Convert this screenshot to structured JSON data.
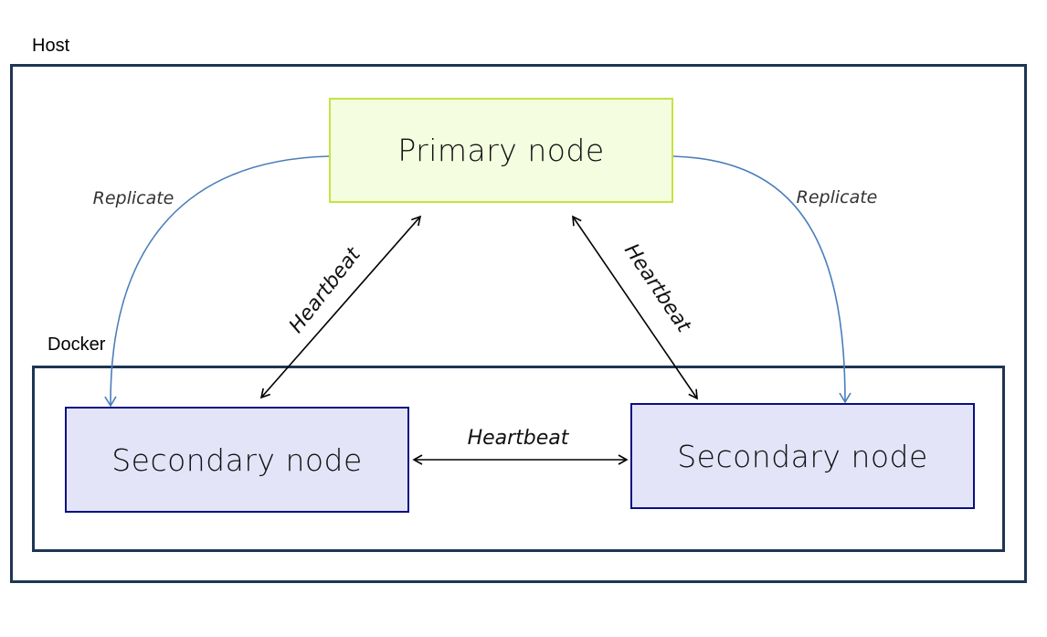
{
  "containers": {
    "host": {
      "label": "Host",
      "border_color": "#1f3553"
    },
    "docker": {
      "label": "Docker",
      "border_color": "#1f3553"
    }
  },
  "nodes": {
    "primary": {
      "label": "Primary node",
      "fill": "#f4fde0",
      "border": "#c5e340"
    },
    "secondary_left": {
      "label": "Secondary node",
      "fill": "#e3e4f8",
      "border": "#0a0f80"
    },
    "secondary_right": {
      "label": "Secondary node",
      "fill": "#e3e4f8",
      "border": "#0a0f80"
    }
  },
  "edges": {
    "replicate_left": {
      "label": "Replicate",
      "color": "#4a7eba"
    },
    "replicate_right": {
      "label": "Replicate",
      "color": "#4a7eba"
    },
    "heartbeat_left": {
      "label": "Heartbeat",
      "color": "#000000"
    },
    "heartbeat_right": {
      "label": "Heartbeat",
      "color": "#000000"
    },
    "heartbeat_bottom": {
      "label": "Heartbeat",
      "color": "#000000"
    }
  }
}
